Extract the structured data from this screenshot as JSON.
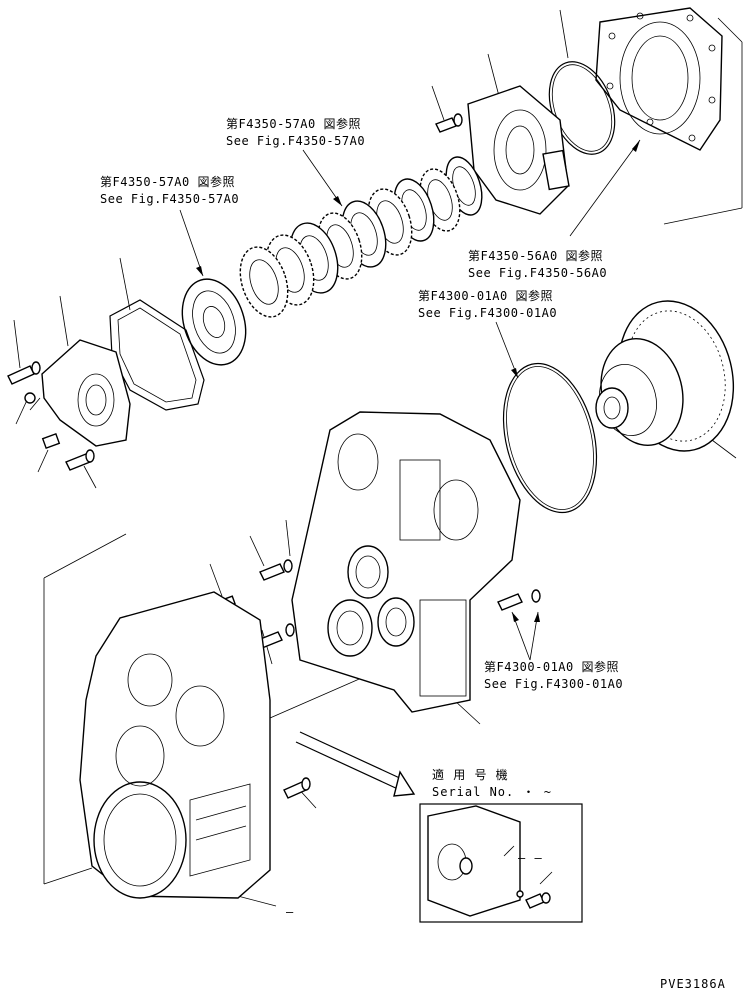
{
  "refs": {
    "a_jp": "第F4350-57A0 図参照",
    "a_en": "See Fig.F4350-57A0",
    "b_jp": "第F4350-57A0 図参照",
    "b_en": "See Fig.F4350-57A0",
    "c_jp": "第F4350-56A0 図参照",
    "c_en": "See Fig.F4350-56A0",
    "d_jp": "第F4300-01A0 図参照",
    "d_en": "See Fig.F4300-01A0",
    "e_jp": "第F4300-01A0 図参照",
    "e_en": "See Fig.F4300-01A0"
  },
  "inset": {
    "title_jp": "適 用 号 機",
    "title_en": "Serial No.  ・ ~",
    "dash": "– –"
  },
  "footer": {
    "mark": "–",
    "code": "PVE3186A"
  }
}
